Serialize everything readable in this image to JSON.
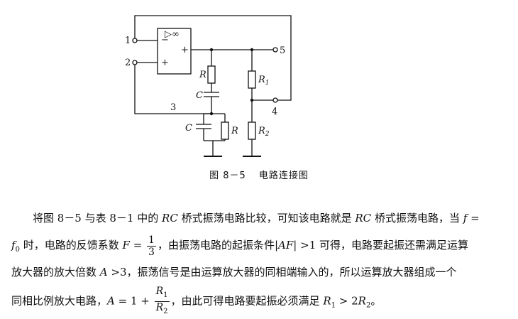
{
  "figure": {
    "caption_number": "图 8－5",
    "caption_title": "电路连接图",
    "labels": {
      "n1": "1",
      "n2": "2",
      "n3": "3",
      "n4": "4",
      "n5": "5",
      "opamp_minus": "−",
      "opamp_plus_in": "+",
      "opamp_plus_out": "+",
      "opamp_symbol": "▷∞",
      "R_top": "R",
      "C_top": "C",
      "C_bot": "C",
      "R_bot": "R",
      "R1": "R",
      "R1_sub": "1",
      "R2": "R",
      "R2_sub": "2"
    }
  },
  "text": {
    "l1a": "将图 8－5 与表 8－1 中的",
    "rc1": "RC",
    "l1b": "桥式振荡电路比较，可知该电路就是",
    "rc2": "RC",
    "l1c": "桥式振荡电路，当",
    "f": "f",
    "l1d": " =",
    "f0": "f",
    "f0_sub": "0",
    "l2a": "时，电路的反馈系数",
    "F": "F",
    "eq1": " = ",
    "frac1_num": "1",
    "frac1_den": "3",
    "l2b": "，由振荡电路的起振条件",
    "af_open": "|",
    "AF": "AF",
    "af_close": "|",
    "l2c": " >1 可得，电路要起振还需满足运算",
    "l3a": "放大器的放大倍数",
    "A1": "A",
    "l3b": " >3，振荡信号是由运算放大器的同相端输入的，所以运算放大器组成一个",
    "l4a": "同相比例放大电路，",
    "A2": "A",
    "l4b": " = 1 + ",
    "frac2_num_R": "R",
    "frac2_num_sub": "1",
    "frac2_den_R": "R",
    "frac2_den_sub": "2",
    "l4c": "，由此可得电路要起振必须满足",
    "R1": "R",
    "R1_sub": "1",
    "gt": " > 2",
    "R2": "R",
    "R2_sub": "2",
    "l4d": "。"
  }
}
